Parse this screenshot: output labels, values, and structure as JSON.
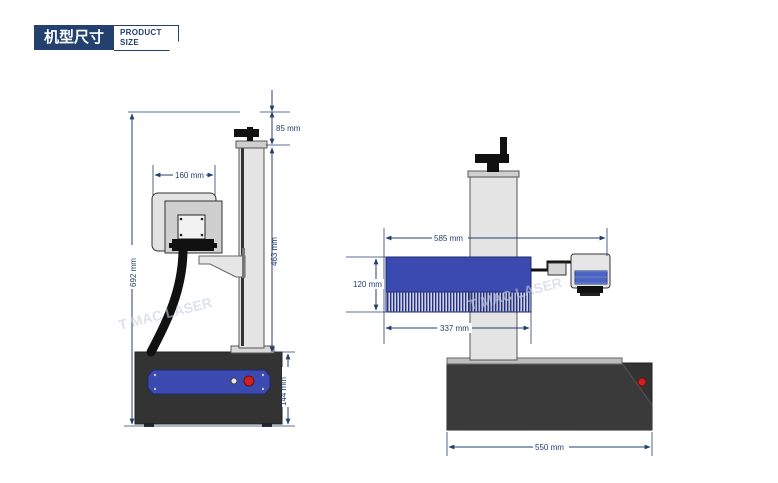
{
  "header": {
    "title_cn": "机型尺寸",
    "title_en_line1": "PRODUCT",
    "title_en_line2": "SIZE"
  },
  "dimensions": {
    "left_view": {
      "top_offset": "85 mm",
      "head_width": "160 mm",
      "column_height": "463 mm",
      "total_height": "692 mm",
      "base_height": "144 mm"
    },
    "right_view": {
      "arm_length": "585 mm",
      "head_height": "120 mm",
      "head_length": "337 mm",
      "base_width": "550 mm"
    }
  },
  "watermark": "T MAC LASER",
  "colors": {
    "navy": "#23406f",
    "blue_panel": "#3a4ab0",
    "base": "#333333",
    "column": "#e4e4e4"
  }
}
